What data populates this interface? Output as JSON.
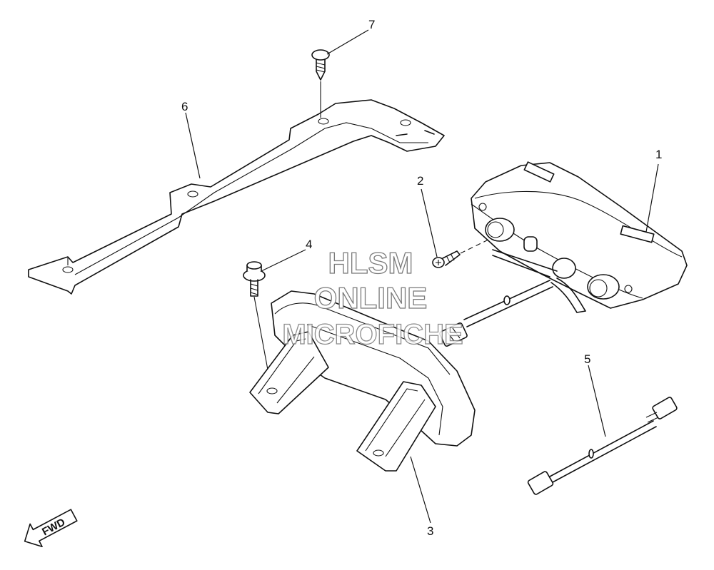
{
  "callouts": {
    "c1": "1",
    "c2": "2",
    "c3": "3",
    "c4": "4",
    "c5": "5",
    "c6": "6",
    "c7": "7"
  },
  "watermark": {
    "line1": "HLSM",
    "line2": "ONLINE",
    "line3": "MICROFICHE"
  },
  "direction_label": "FWD"
}
